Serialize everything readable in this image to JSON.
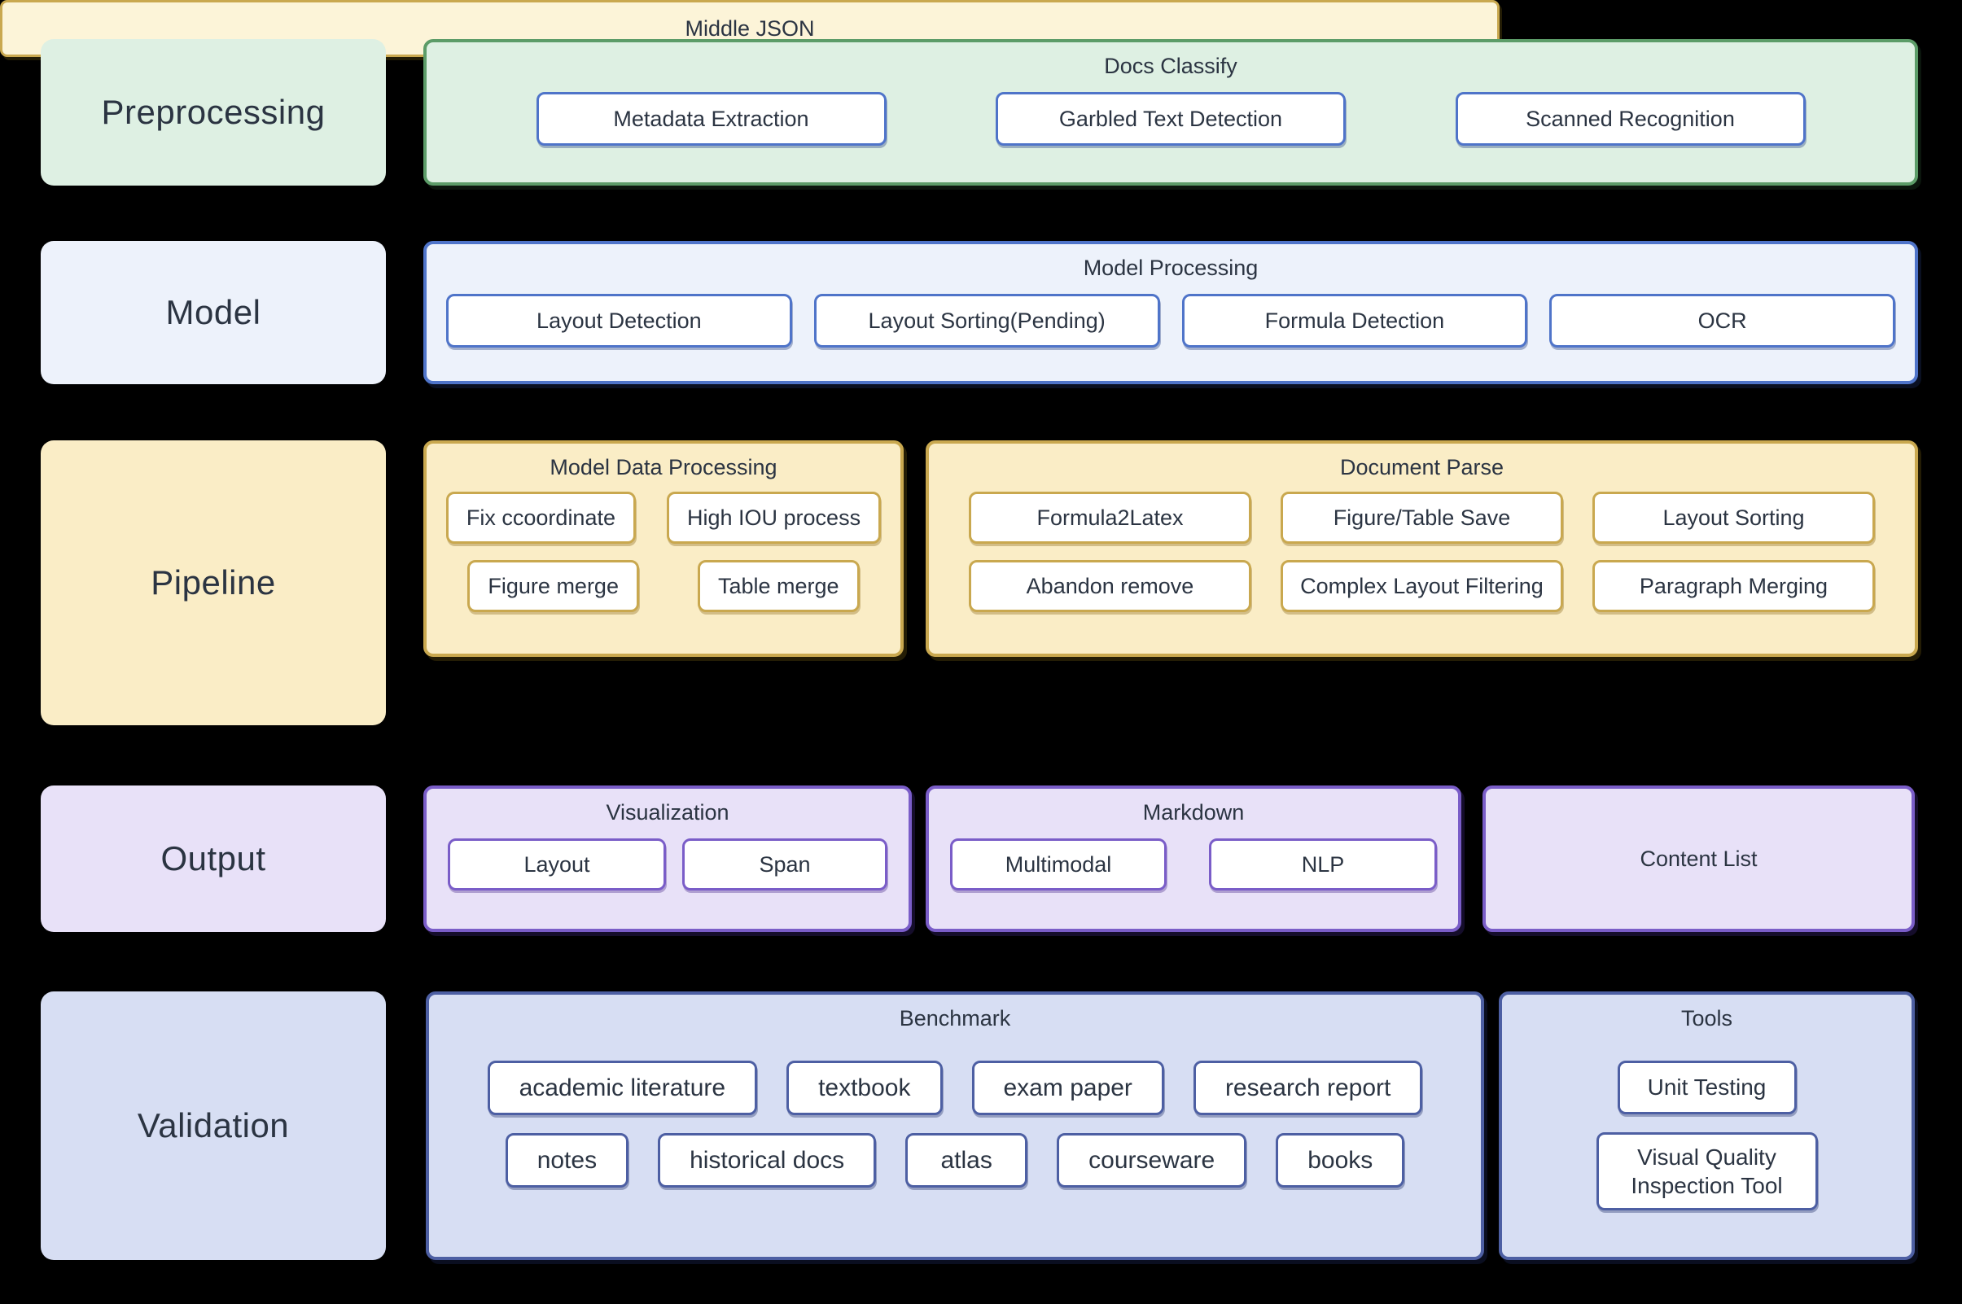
{
  "palette": {
    "background": "#000000",
    "text": "#2b3442",
    "green_fill": "#def0e3",
    "green_border": "#5c9c68",
    "blue_fill": "#edf2fb",
    "blue_border": "#4f74c9",
    "gold_fill": "#faedc6",
    "gold_border": "#c9a84f",
    "gold_bar_fill": "#fcf4d8",
    "purple_fill": "#e8e1f8",
    "purple_border": "#7a5dc8",
    "periwinkle_fill": "#d7def3",
    "periwinkle_border": "#4d5fa3",
    "node_fill": "#ffffff"
  },
  "stages": {
    "preprocessing": {
      "label": "Preprocessing",
      "docs_classify": {
        "title": "Docs Classify",
        "nodes": [
          "Metadata Extraction",
          "Garbled Text Detection",
          "Scanned Recognition"
        ]
      }
    },
    "model": {
      "label": "Model",
      "model_processing": {
        "title": "Model Processing",
        "nodes": [
          "Layout Detection",
          "Layout Sorting(Pending)",
          "Formula Detection",
          "OCR"
        ]
      }
    },
    "pipeline": {
      "label": "Pipeline",
      "model_data_processing": {
        "title": "Model Data Processing",
        "row1": [
          "Fix ccoordinate",
          "High IOU process"
        ],
        "row2": [
          "Figure merge",
          "Table merge"
        ]
      },
      "document_parse": {
        "title": "Document Parse",
        "row1": [
          "Formula2Latex",
          "Figure/Table Save",
          "Layout Sorting"
        ],
        "row2": [
          "Abandon remove",
          "Complex Layout Filtering",
          "Paragraph Merging"
        ]
      },
      "middle_json": "Middle JSON"
    },
    "output": {
      "label": "Output",
      "visualization": {
        "title": "Visualization",
        "nodes": [
          "Layout",
          "Span"
        ]
      },
      "markdown": {
        "title": "Markdown",
        "nodes": [
          "Multimodal",
          "NLP"
        ]
      },
      "content_list": {
        "title": "Content List"
      }
    },
    "validation": {
      "label": "Validation",
      "benchmark": {
        "title": "Benchmark",
        "row1": [
          "academic literature",
          "textbook",
          "exam paper",
          "research report"
        ],
        "row2": [
          "notes",
          "historical docs",
          "atlas",
          "courseware",
          "books"
        ]
      },
      "tools": {
        "title": "Tools",
        "nodes": [
          "Unit Testing",
          "Visual Quality Inspection Tool"
        ]
      }
    }
  }
}
